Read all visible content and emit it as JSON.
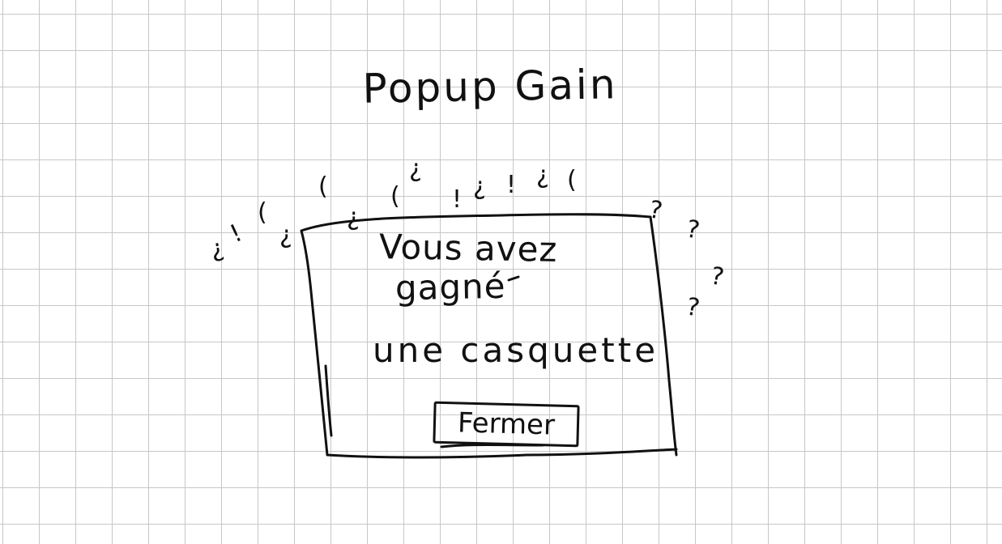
{
  "title": "Popup Gain",
  "popup": {
    "message_line1": "Vous avez",
    "message_line2": "gagné",
    "message_line3": "une casquette",
    "close_label": "Fermer"
  },
  "confetti_glyphs": [
    "¿",
    "!",
    "(",
    "¿",
    "(",
    "¿",
    "(",
    "¿",
    "!",
    "¿",
    "!",
    "¿",
    "(",
    "?",
    "?",
    "?",
    "?"
  ],
  "colors": {
    "ink": "#111111",
    "grid": "#c7c7c7",
    "paper": "#ffffff"
  }
}
